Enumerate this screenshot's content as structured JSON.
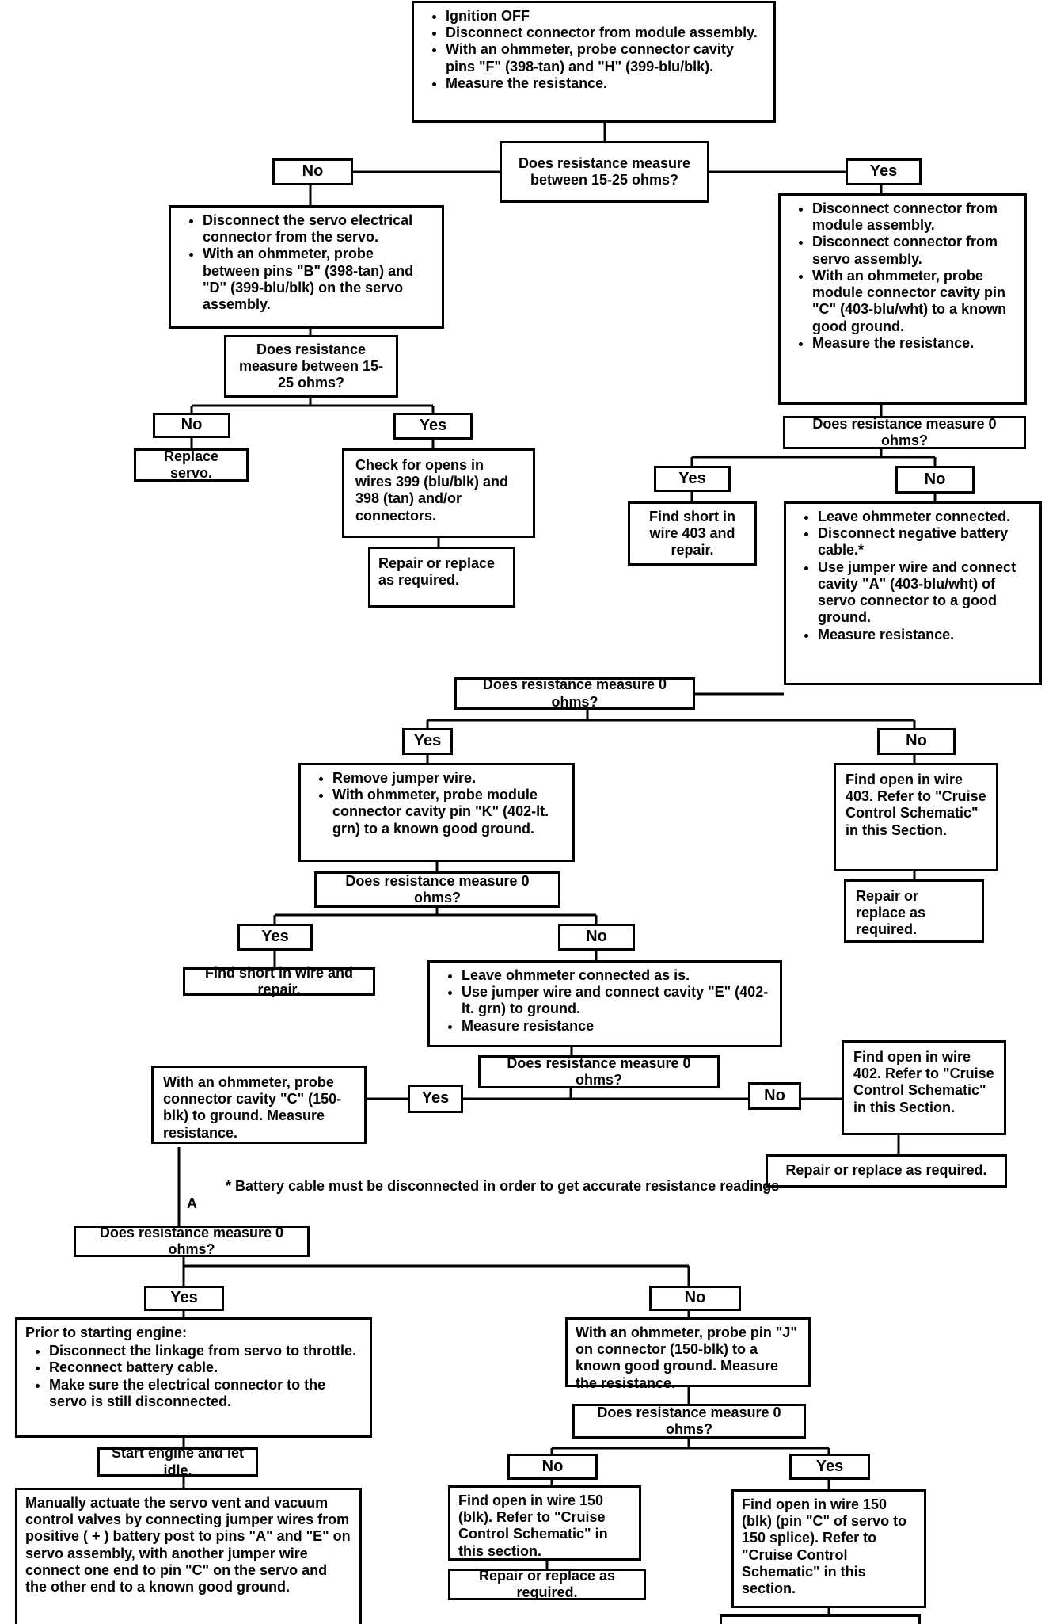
{
  "start": {
    "bullets": [
      "Ignition OFF",
      "Disconnect connector from module assembly.",
      "With an ohmmeter, probe connector cavity pins \"F\" (398-tan) and \"H\" (399-blu/blk).",
      "Measure the resistance."
    ]
  },
  "q1": {
    "text": "Does resistance measure between 15-25 ohms?"
  },
  "q1_no": "No",
  "q1_yes": "Yes",
  "left_step": {
    "bullets": [
      "Disconnect the servo electrical connector from the servo.",
      "With an ohmmeter, probe between pins \"B\" (398-tan) and \"D\" (399-blu/blk) on the servo assembly."
    ]
  },
  "q2": {
    "text": "Does resistance measure between 15-25 ohms?"
  },
  "q2_no": "No",
  "q2_yes": "Yes",
  "replace_servo": "Replace servo.",
  "check_opens": "Check for opens in wires 399 (blu/blk) and 398 (tan) and/or connectors.",
  "repair1": "Repair or replace as required.",
  "right_step": {
    "bullets": [
      "Disconnect connector from module assembly.",
      "Disconnect connector from servo assembly.",
      "With an ohmmeter, probe module connector cavity pin \"C\" (403-blu/wht) to a known good ground.",
      "Measure the resistance."
    ]
  },
  "q3": {
    "text": "Does resistance measure 0 ohms?"
  },
  "q3_yes": "Yes",
  "q3_no": "No",
  "short403": "Find short in wire 403 and repair.",
  "jumper_step": {
    "bullets": [
      "Leave ohmmeter connected.",
      "Disconnect negative battery cable.*",
      "Use jumper wire and connect cavity \"A\" (403-blu/wht) of servo connector to a good ground.",
      "Measure resistance."
    ]
  },
  "q4": {
    "text": "Does resistance measure 0 ohms?"
  },
  "q4_yes": "Yes",
  "q4_no": "No",
  "remove_jumper": {
    "bullets": [
      "Remove jumper wire.",
      "With ohmmeter, probe module connector cavity pin \"K\" (402-lt. grn) to a known good ground."
    ]
  },
  "open403": "Find open in wire 403. Refer to \"Cruise Control Schematic\" in this Section.",
  "repair2": "Repair or replace as required.",
  "q5": {
    "text": "Does resistance measure 0 ohms?"
  },
  "q5_yes": "Yes",
  "q5_no": "No",
  "short_wire": "Find short in wire and repair.",
  "leave_ohm": {
    "bullets": [
      "Leave ohmmeter connected as is.",
      "Use jumper wire and connect cavity \"E\" (402-lt. grn) to ground.",
      "Measure resistance"
    ]
  },
  "q6": {
    "text": "Does resistance measure 0 ohms?"
  },
  "q6_yes": "Yes",
  "q6_no": "No",
  "probe_c": "With an ohmmeter, probe connector cavity \"C\" (150-blk) to ground. Measure resistance.",
  "open402": "Find open in wire 402. Refer to \"Cruise Control Schematic\" in this Section.",
  "repair3": "Repair or replace as required.",
  "footnote": "* Battery cable must be disconnected in order to get accurate resistance readings",
  "marker_a": "A",
  "q7": {
    "text": "Does resistance measure 0 ohms?"
  },
  "q7_yes": "Yes",
  "q7_no": "No",
  "prior_start": {
    "lead": "Prior to starting engine:",
    "bullets": [
      "Disconnect the linkage from servo to throttle.",
      "Reconnect battery cable.",
      "Make sure the electrical connector to the servo is still disconnected."
    ]
  },
  "start_engine": "Start engine and let idle.",
  "manual_actuate": "Manually actuate the servo vent and vacuum control valves by connecting jumper wires from positive ( + ) battery post to pins \"A\" and \"E\" on servo assembly, with another jumper wire connect one end to pin \"C\" on the servo and the other end to a known good ground.",
  "probe_j": "With an ohmmeter, probe pin \"J\" on connector (150-blk) to a known good ground. Measure the resistance.",
  "q8": {
    "text": "Does resistance measure 0 ohms?"
  },
  "q8_no": "No",
  "q8_yes": "Yes",
  "open150": "Find open in wire 150 (blk). Refer to \"Cruise Control Schematic\" in this section.",
  "repair4": "Repair or replace as required.",
  "open150_splice": "Find open in wire 150 (blk) (pin \"C\" of servo to 150 splice). Refer to \"Cruise Control Schematic\" in this section."
}
